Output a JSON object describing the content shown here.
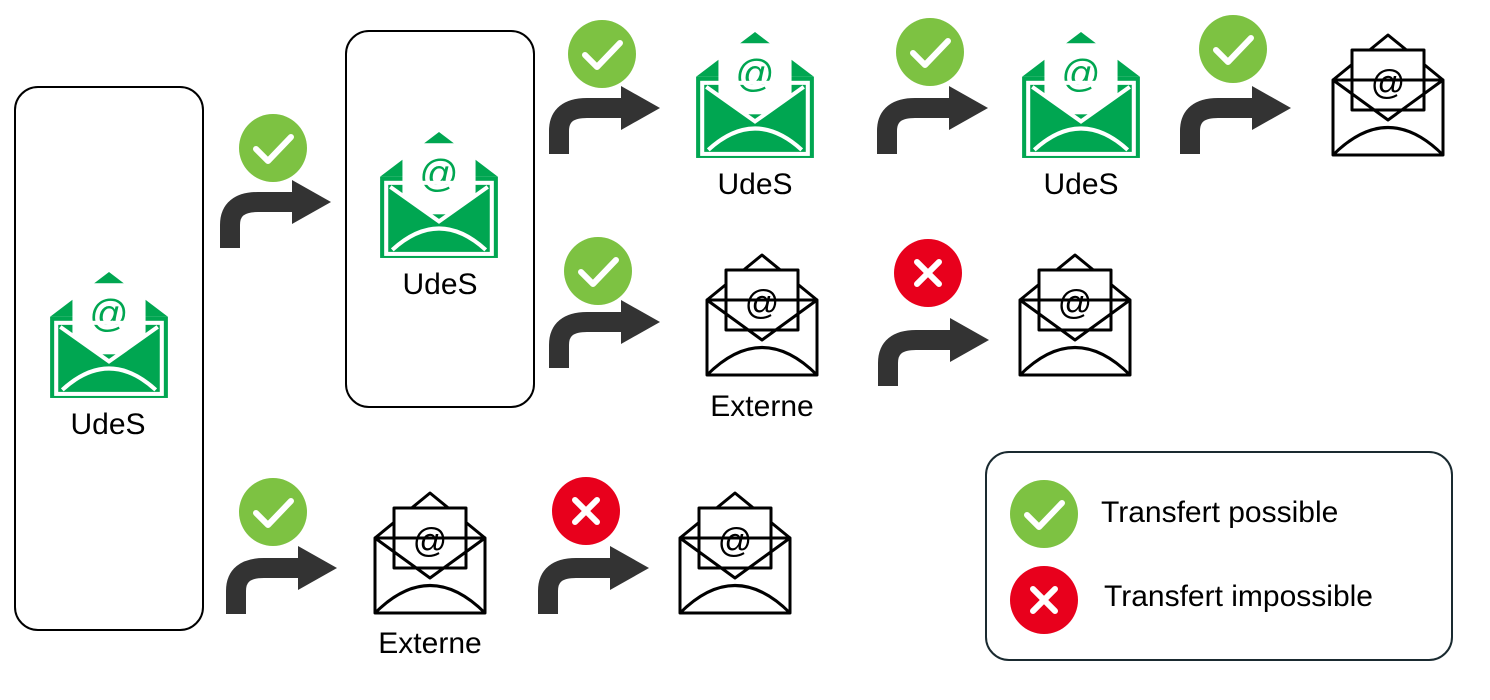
{
  "colors": {
    "udes_green": "#00A651",
    "check_green": "#7DC242",
    "cross_red": "#E8001C",
    "arrow_gray": "#333333",
    "external_stroke": "#000000"
  },
  "icons": {
    "envelope": "envelope-at-icon",
    "arrow": "curved-arrow-icon",
    "check": "check-circle-icon",
    "cross": "cross-circle-icon"
  },
  "labels": {
    "origin": "UdeS",
    "level1_udes": "UdeS",
    "level2_udes_a": "UdeS",
    "level2_udes_b": "UdeS",
    "level2_externe": "Externe",
    "level1_externe": "Externe"
  },
  "legend": {
    "possible": "Transfert possible",
    "impossible": "Transfert impossible"
  }
}
